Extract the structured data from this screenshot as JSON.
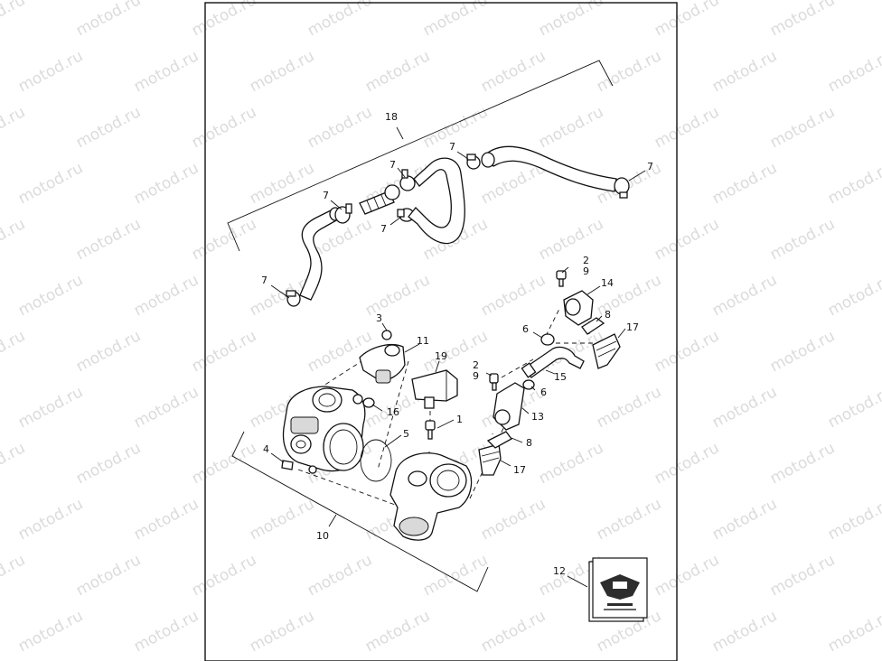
{
  "watermark": "motod.ru",
  "callouts": {
    "c1": "1",
    "c2a": "2",
    "c9a": "9",
    "c2b": "2",
    "c9b": "9",
    "c3": "3",
    "c4": "4",
    "c5": "5",
    "c6a": "6",
    "c6b": "6",
    "c7a": "7",
    "c7b": "7",
    "c7c": "7",
    "c7d": "7",
    "c7e": "7",
    "c7f": "7",
    "c8a": "8",
    "c8b": "8",
    "c10": "10",
    "c11": "11",
    "c12": "12",
    "c13": "13",
    "c14": "14",
    "c15": "15",
    "c16": "16",
    "c17a": "17",
    "c17b": "17",
    "c18": "18",
    "c19": "19"
  }
}
